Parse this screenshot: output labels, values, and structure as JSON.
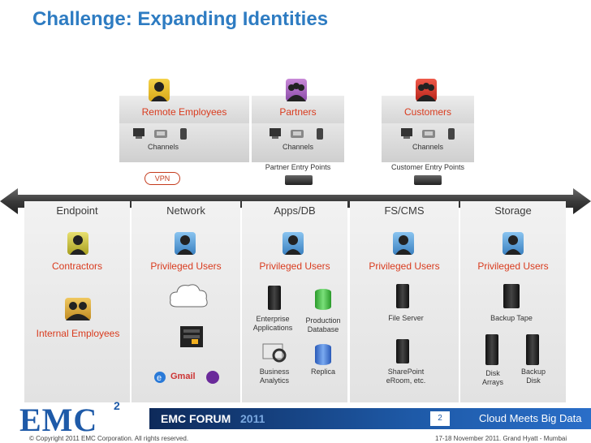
{
  "slide": {
    "title": "Challenge: Expanding Identities",
    "top_groups": [
      {
        "label": "Remote Employees",
        "channels": "Channels",
        "entry": ""
      },
      {
        "label": "Partners",
        "channels": "Channels",
        "entry": "Partner Entry Points"
      },
      {
        "label": "Customers",
        "channels": "Channels",
        "entry": "Customer Entry Points"
      }
    ],
    "vpn": "VPN",
    "columns": [
      "Endpoint",
      "Network",
      "Apps/DB",
      "FS/CMS",
      "Storage"
    ],
    "endpoint": {
      "contractors": "Contractors",
      "internal": "Internal Employees"
    },
    "privileged": "Privileged Users",
    "apps": {
      "enterprise": "Enterprise\nApplications",
      "production": "Production\nDatabase",
      "business": "Business\nAnalytics",
      "replica": "Replica"
    },
    "fscms": {
      "file_server": "File Server",
      "sharepoint": "SharePoint\neRoom, etc."
    },
    "storage": {
      "backup_tape": "Backup Tape",
      "disk_arrays": "Disk\nArrays",
      "backup_disk": "Backup\nDisk"
    },
    "email_logos": {
      "gmail": "Gmail"
    },
    "footer": {
      "logo": "EMC",
      "logo_sup": "2",
      "forum": "EMC FORUM",
      "year": "2011",
      "page": "2",
      "tagline": "Cloud Meets Big Data",
      "copyright": "© Copyright 2011 EMC Corporation. All rights reserved.",
      "event": "17-18 November 2011. Grand Hyatt - Mumbai"
    },
    "colors": {
      "accent_blue": "#2e7cc2",
      "label_red": "#d93b1e",
      "footer_blue": "#1e5aa8"
    }
  }
}
